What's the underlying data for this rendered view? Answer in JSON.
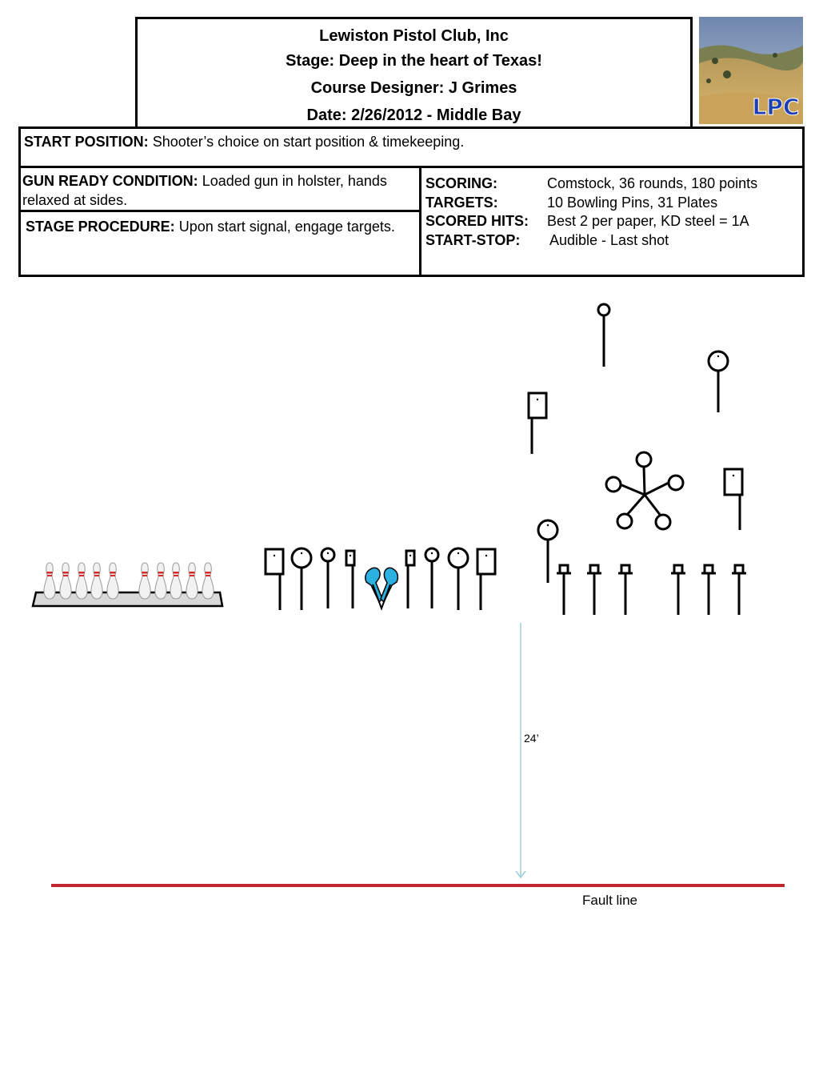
{
  "header": {
    "club": "Lewiston Pistol Club, Inc",
    "stage": "Stage: Deep in the heart of Texas!",
    "designer": "Course Designer: J Grimes",
    "date": "Date: 2/26/2012 -  Middle Bay"
  },
  "logo": {
    "text": "LPC",
    "colors": {
      "sky": "#7d93b8",
      "grass": "#c9a45c",
      "text": "#1c3fb5"
    }
  },
  "start_position": {
    "label": "START POSITION:",
    "text": "Shooter’s choice on start position & timekeeping."
  },
  "gun_ready": {
    "label": "GUN READY CONDITION:",
    "text": "Loaded gun in holster, hands relaxed at sides."
  },
  "stage_procedure": {
    "label": "STAGE PROCEDURE:",
    "text": "Upon start signal, engage targets."
  },
  "scoring_table": [
    {
      "label": "SCORING:",
      "value": "Comstock, 36 rounds, 180 points"
    },
    {
      "label": "TARGETS:",
      "value": "10 Bowling Pins, 31 Plates"
    },
    {
      "label": "SCORED HITS:",
      "value": "Best 2 per paper, KD steel = 1A"
    },
    {
      "label": "START-STOP:",
      "value": "Audible - Last shot"
    }
  ],
  "diagram": {
    "distance_label": "24’",
    "fault_line_label": "Fault line",
    "colors": {
      "fault_line": "#c0262d",
      "arrow": "#9dd0d6",
      "pin_stripe": "#d42a2a",
      "popper": "#2bb0e0",
      "table": "#d9d9d9"
    }
  }
}
